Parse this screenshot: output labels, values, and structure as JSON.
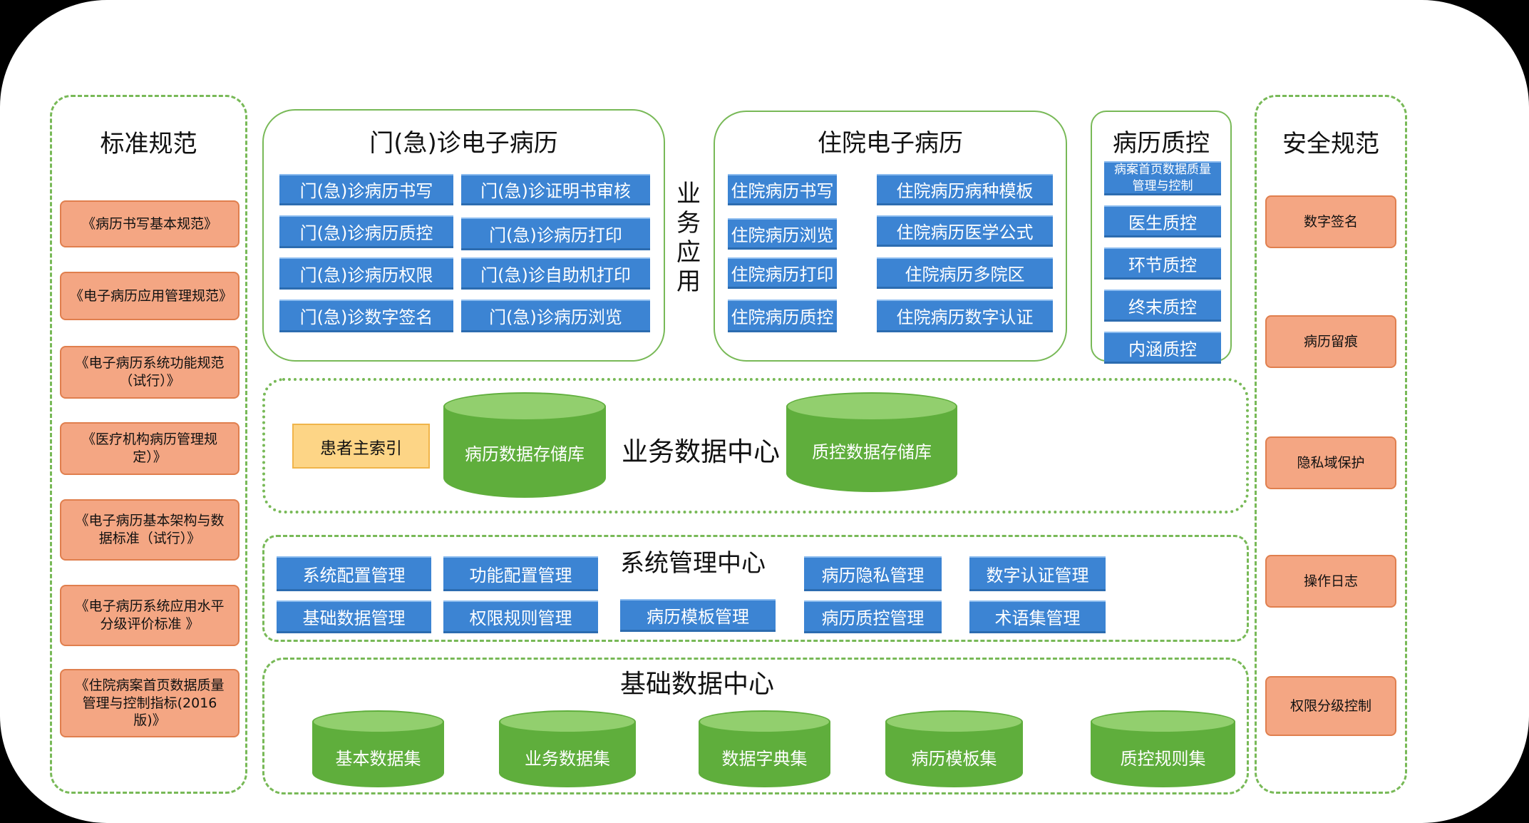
{
  "left_panel": {
    "title": "标准规范",
    "items": [
      "《病历书写基本规范》",
      "《电子病历应用管理规范》",
      "《电子病历系统功能规范（试行）》",
      "《医疗机构病历管理规定）》",
      "《电子病历基本架构与数据标准（试行）》",
      "《电子病历系统应用水平分级评价标准 》",
      "《住院病案首页数据质量管理与控制指标(2016版)》"
    ]
  },
  "right_panel": {
    "title": "安全规范",
    "items": [
      "数字签名",
      "病历留痕",
      "隐私域保护",
      "操作日志",
      "权限分级控制"
    ]
  },
  "business_label": "业务应用",
  "outpatient": {
    "title": "门(急)诊电子病历",
    "items": [
      "门(急)诊病历书写",
      "门(急)诊证明书审核",
      "门(急)诊病历质控",
      "门(急)诊病历打印",
      "门(急)诊病历权限",
      "门(急)诊自助机打印",
      "门(急)诊数字签名",
      "门(急)诊病历浏览"
    ]
  },
  "inpatient": {
    "title": "住院电子病历",
    "items": [
      "住院病历书写",
      "住院病历病种模板",
      "住院病历浏览",
      "住院病历医学公式",
      "住院病历打印",
      "住院病历多院区",
      "住院病历质控",
      "住院病历数字认证"
    ]
  },
  "quality": {
    "title": "病历质控",
    "items": [
      "病案首页数据质量管理与控制",
      "医生质控",
      "环节质控",
      "终末质控",
      "内涵质控"
    ]
  },
  "business_data": {
    "title": "业务数据中心",
    "index_label": "患者主索引",
    "stores": [
      "病历数据存储库",
      "质控数据存储库"
    ]
  },
  "system_mgmt": {
    "title": "系统管理中心",
    "items": [
      "系统配置管理",
      "功能配置管理",
      "病历隐私管理",
      "数字认证管理",
      "基础数据管理",
      "权限规则管理",
      "病历模板管理",
      "病历质控管理",
      "术语集管理"
    ]
  },
  "basic_data": {
    "title": "基础数据中心",
    "sets": [
      "基本数据集",
      "业务数据集",
      "数据字典集",
      "病历模板集",
      "质控规则集"
    ]
  },
  "colors": {
    "green_border": "#78b957",
    "blue_box": "#3c84d3",
    "orange_box": "#f4a683",
    "cylinder": "#5fae3c",
    "yellow_box": "#fdd586"
  }
}
